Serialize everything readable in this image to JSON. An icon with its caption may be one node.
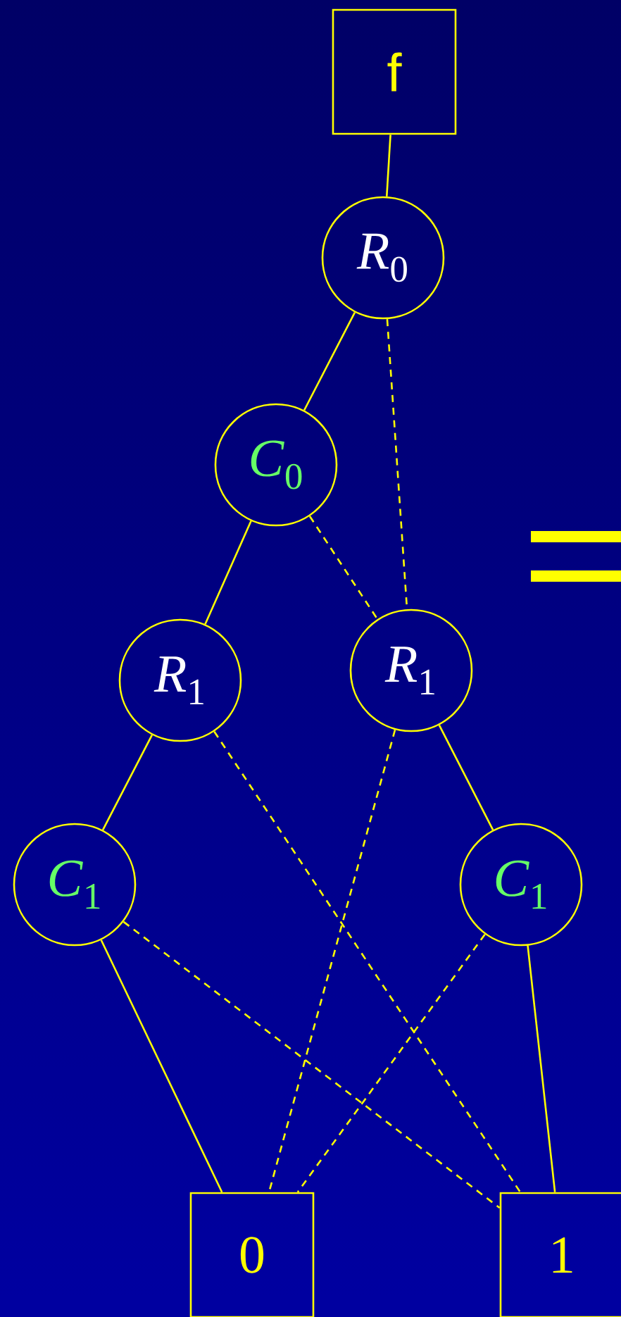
{
  "diagram": {
    "nodes": [
      {
        "text": [
          "f"
        ]
      },
      {
        "text": [
          "*R*$_{0}$"
        ]
      },
      {
        "text": [
          "*C*$_{0}$"
        ]
      },
      {
        "text": [
          "*R*$_{1}$"
        ]
      },
      {
        "text": [
          "*R*$_{1}$"
        ]
      },
      {
        "text": [
          "*C*$_{1}$"
        ]
      },
      {
        "text": [
          "*C*$_{1}$"
        ]
      },
      {
        "text": [
          "0"
        ]
      },
      {
        "text": [
          "1"
        ]
      }
    ],
    "edges": [
      {
        "from": 0,
        "to": 1,
        "arrow": "none"
      },
      {
        "from": 1,
        "to": 2,
        "arrow": "none"
      },
      {
        "from": 1,
        "to": 4,
        "arrow": "none",
        "style": "dashed"
      },
      {
        "from": 2,
        "to": 3,
        "arrow": "none"
      },
      {
        "from": 2,
        "to": 4,
        "arrow": "none",
        "style": "dashed"
      },
      {
        "from": 3,
        "to": 5,
        "arrow": "none"
      },
      {
        "from": 3,
        "to": 8,
        "arrow": "none",
        "style": "dashed"
      },
      {
        "from": 4,
        "to": 7,
        "arrow": "none",
        "style": "dashed"
      },
      {
        "from": 4,
        "to": 6,
        "arrow": "none"
      },
      {
        "from": 5,
        "to": 7,
        "arrow": "none"
      },
      {
        "from": 5,
        "to": 8,
        "arrow": "none",
        "style": "dashed"
      },
      {
        "from": 6,
        "to": 7,
        "arrow": "none",
        "style": "dashed"
      },
      {
        "from": 6,
        "to": 8,
        "arrow": "none"
      }
    ]
  }
}
